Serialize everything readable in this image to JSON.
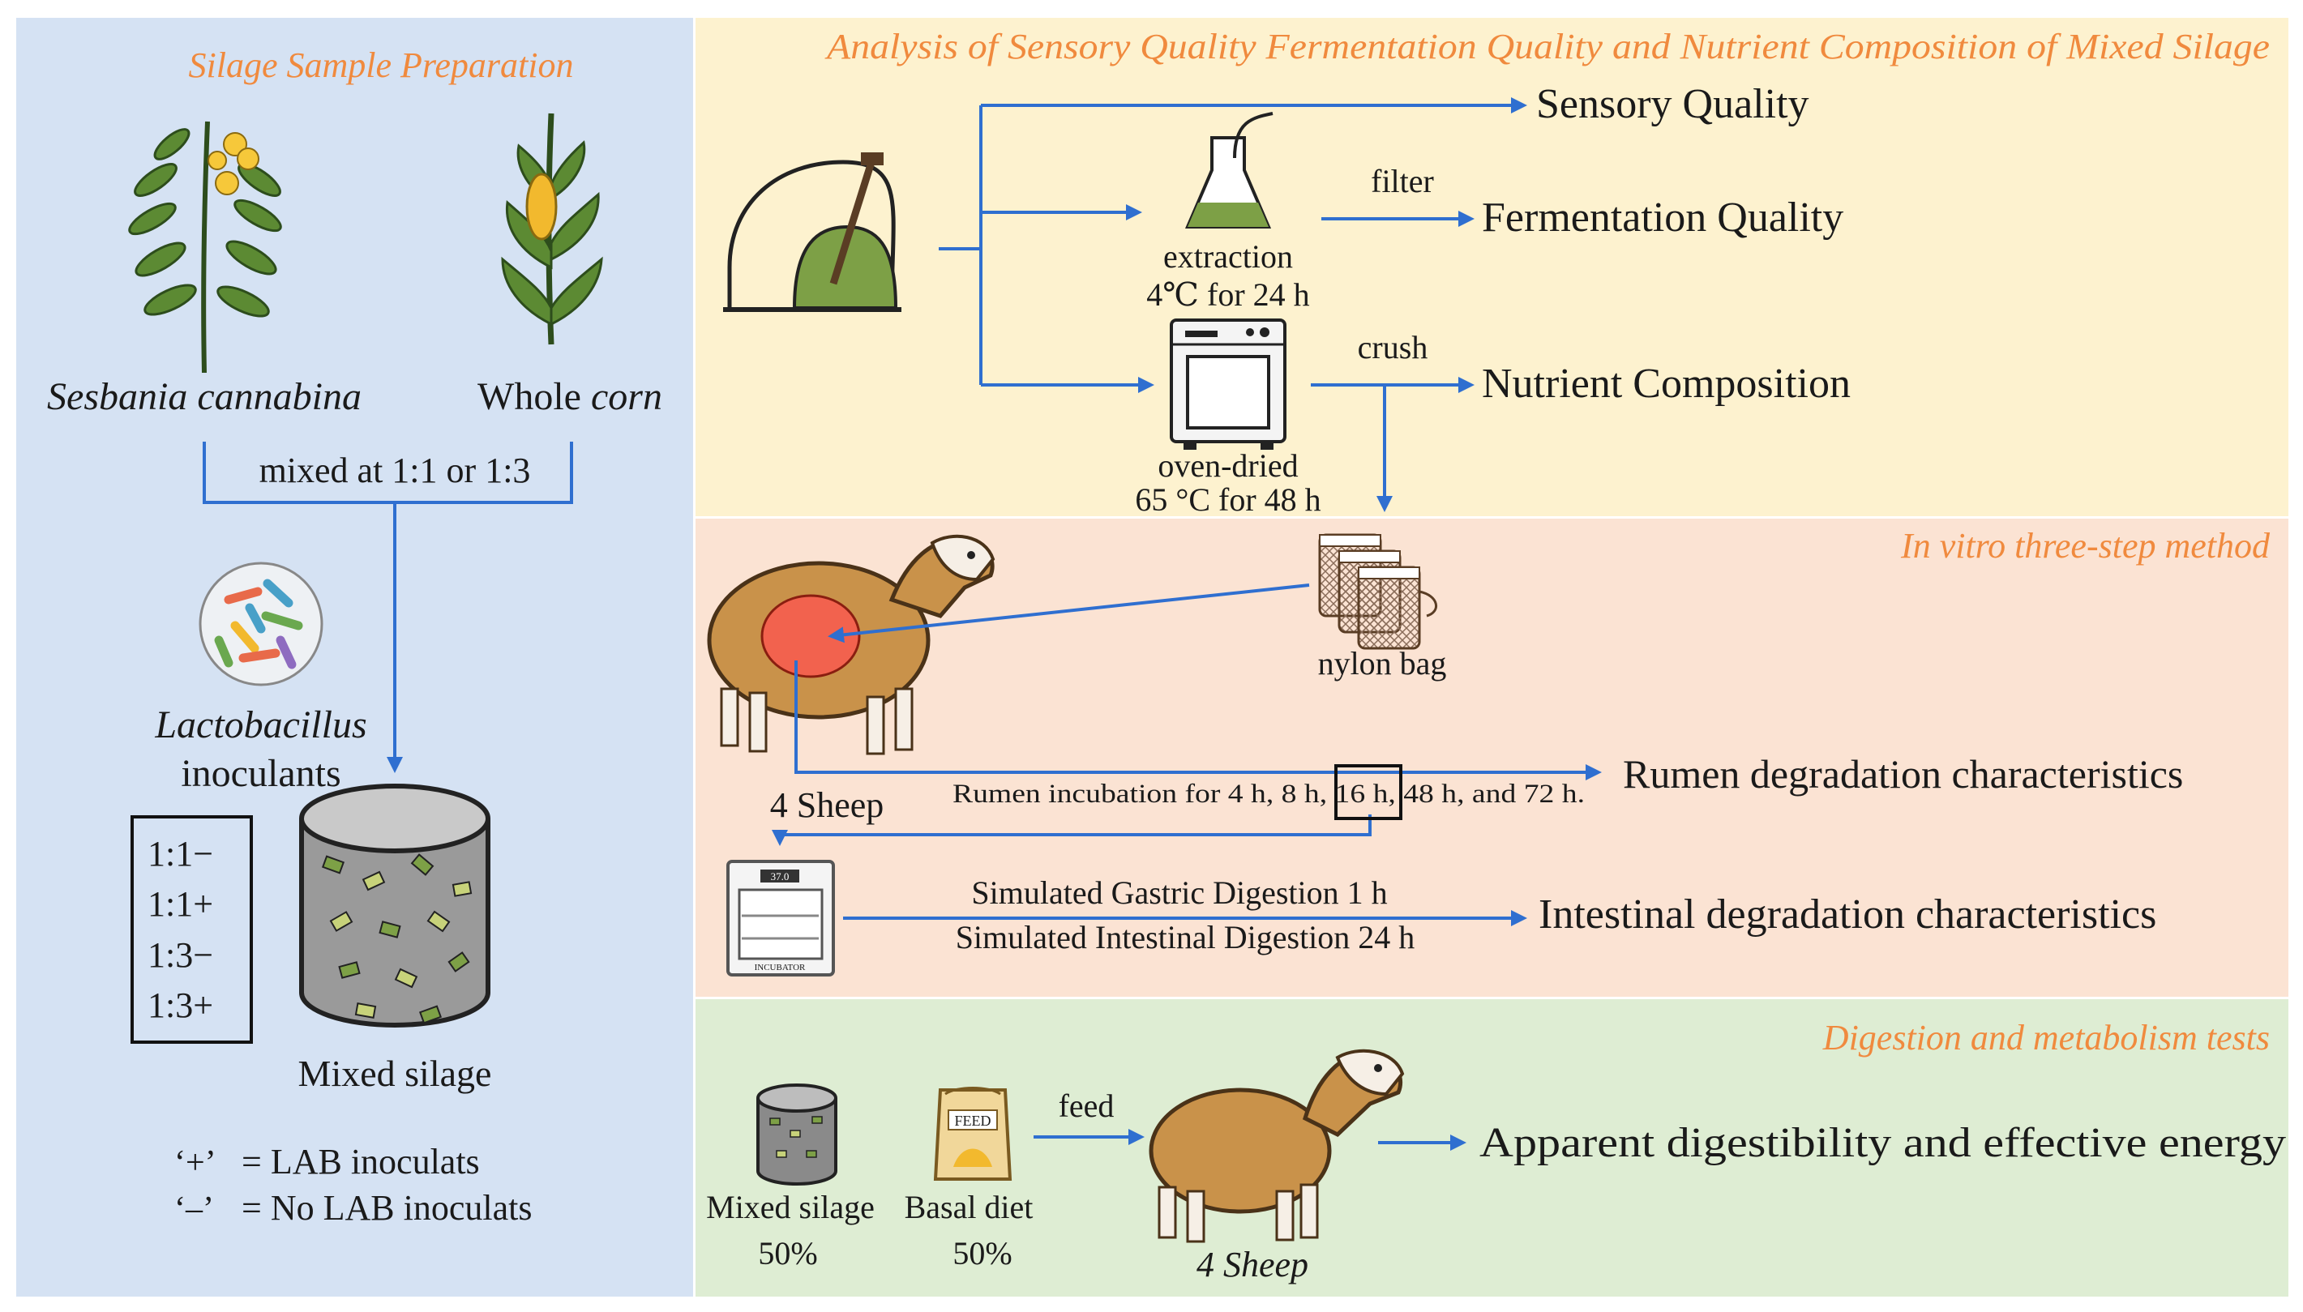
{
  "panels": {
    "prep_title": "Silage Sample Preparation",
    "analysis_title": "Analysis of Sensory Quality Fermentation Quality and Nutrient Composition of Mixed Silage",
    "invitro_title": "In vitro three-step method",
    "digestion_title": "Digestion and metabolism tests"
  },
  "prep": {
    "plant1_genus": "Sesbania",
    "plant1_species": "cannabina",
    "plant2_word": "Whole",
    "plant2_italic": "corn",
    "mix_label": "mixed at 1:1 or 1:3",
    "inoculant_genus": "Lactobacillus",
    "inoculant_word": "inoculants",
    "treatments": [
      "1:1−",
      "1:1+",
      "1:3−",
      "1:3+"
    ],
    "mixed_silage": "Mixed silage",
    "legend_plus_key": "‘+’",
    "legend_plus_value": "= LAB inoculats",
    "legend_minus_key": "‘–’",
    "legend_minus_value": "= No LAB inoculats"
  },
  "analysis": {
    "sensory": "Sensory Quality",
    "extraction": "extraction",
    "extraction_cond": "4℃ for 24 h",
    "filter": "filter",
    "fermentation": "Fermentation Quality",
    "oven": "oven-dried",
    "oven_cond": "65 °C for 48 h",
    "crush": "crush",
    "nutrient": "Nutrient Composition"
  },
  "invitro": {
    "nylon_bag": "nylon bag",
    "sheep": "4 Sheep",
    "incubation": "Rumen incubation for 4 h, 8 h, 16 h, 48 h, and 72 h.",
    "rumen_result": "Rumen degradation characteristics",
    "gastric": "Simulated Gastric Digestion 1 h",
    "intestinal": "Simulated Intestinal Digestion  24 h",
    "intestinal_result": "Intestinal degradation characteristics",
    "incubator_label": "INCUBATOR",
    "incubator_display": "37.0"
  },
  "digestion": {
    "mixed_silage": "Mixed silage",
    "mixed_pct": "50%",
    "feed_tag": "FEED",
    "basal": "Basal diet",
    "basal_pct": "50%",
    "feed": "feed",
    "sheep": "4 Sheep",
    "result": "Apparent digestibility and effective energy"
  },
  "colors": {
    "prep_bg": "#d5e2f3",
    "analysis_bg": "#fdf2cf",
    "invitro_bg": "#fbe3d3",
    "digestion_bg": "#deedd3",
    "title": "#f08a3e",
    "arrow": "#2f6fd0",
    "rumen": "#f2624e",
    "wool": "#c9924a",
    "plant": "#6a9a3a"
  }
}
